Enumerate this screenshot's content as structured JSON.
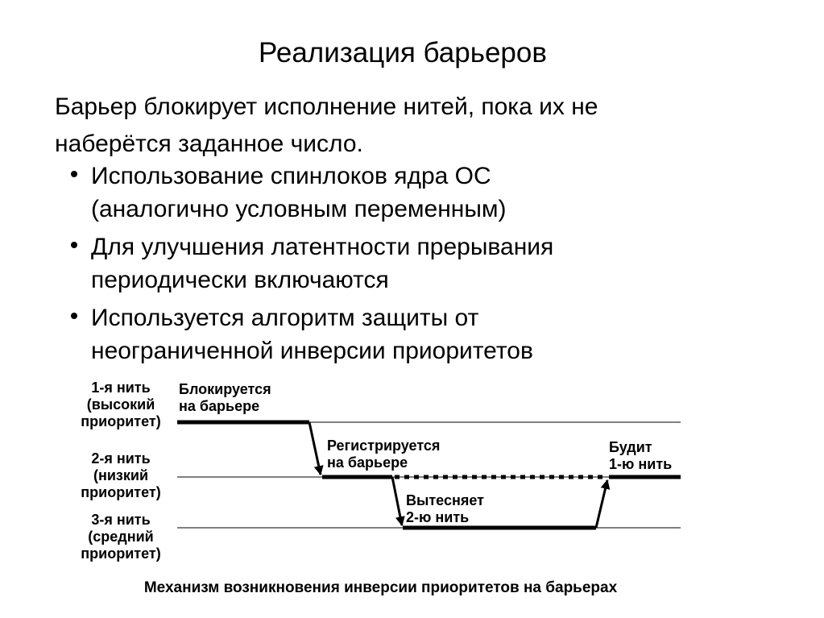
{
  "title": "Реализация барьеров",
  "intro": {
    "line1": "Барьер блокирует исполнение нитей, пока их не",
    "line2": "наберётся заданное число."
  },
  "bullets": [
    {
      "line1": "Использование спинлоков ядра ОС",
      "line2": "(аналогично условным переменным)"
    },
    {
      "line1": "Для улучшения латентности прерывания",
      "line2": "периодически включаются"
    },
    {
      "line1": "Используется алгоритм защиты от",
      "line2": "неограниченной инверсии приоритетов"
    }
  ],
  "diagram": {
    "threads": [
      {
        "line1": "1-я нить",
        "line2": "(высокий",
        "line3": "приоритет)"
      },
      {
        "line1": "2-я нить",
        "line2": "(низкий",
        "line3": "приоритет)"
      },
      {
        "line1": "3-я нить",
        "line2": "(средний",
        "line3": "приоритет)"
      }
    ],
    "annotations": [
      {
        "line1": "Блокируется",
        "line2": "на барьере"
      },
      {
        "line1": "Регистрируется",
        "line2": "на барьере"
      },
      {
        "line1": "Вытесняет",
        "line2": "2-ю нить"
      },
      {
        "line1": "Будит",
        "line2": "1-ю нить"
      }
    ],
    "caption": "Механизм возникновения инверсии приоритетов на барьерах"
  }
}
